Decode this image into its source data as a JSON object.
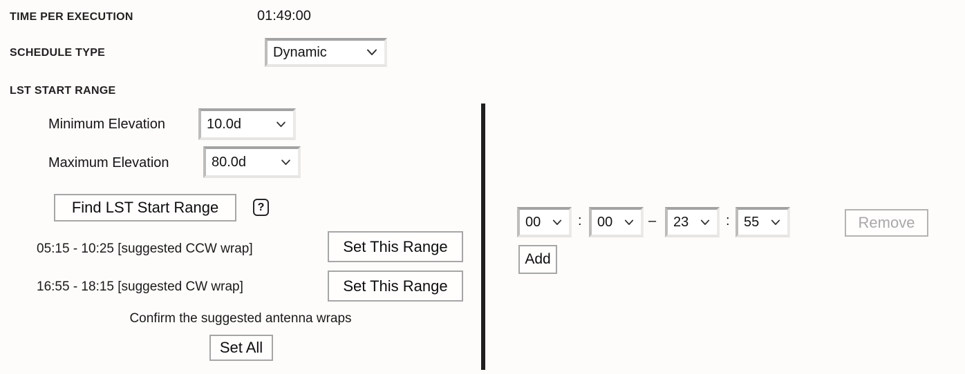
{
  "colors": {
    "background": "#fdfcfa",
    "divider": "#1f1f1f",
    "button_border": "#a6a6a6",
    "disabled_text": "#a8a8a8"
  },
  "fields": {
    "time_per_execution": {
      "label": "TIME PER EXECUTION",
      "value": "01:49:00"
    },
    "schedule_type": {
      "label": "SCHEDULE TYPE",
      "value": "Dynamic"
    }
  },
  "lst_start_range": {
    "section_label": "LST START RANGE",
    "minimum_elevation": {
      "label": "Minimum Elevation",
      "value": "10.0d"
    },
    "maximum_elevation": {
      "label": "Maximum Elevation",
      "value": "80.0d"
    },
    "find_button_label": "Find LST Start Range",
    "help_icon_glyph": "?",
    "suggestions": [
      {
        "text": "05:15 - 10:25 [suggested CCW wrap]",
        "button_label": "Set This Range"
      },
      {
        "text": "16:55 - 18:15 [suggested CW wrap]",
        "button_label": "Set This Range"
      }
    ],
    "confirm_text": "Confirm the suggested antenna wraps",
    "set_all_button_label": "Set All"
  },
  "lst_range_editor": {
    "start_hour": "00",
    "start_minute": "00",
    "end_hour": "23",
    "end_minute": "55",
    "colon_separator": ":",
    "dash_separator": "–",
    "remove_button_label": "Remove",
    "add_button_label": "Add"
  }
}
